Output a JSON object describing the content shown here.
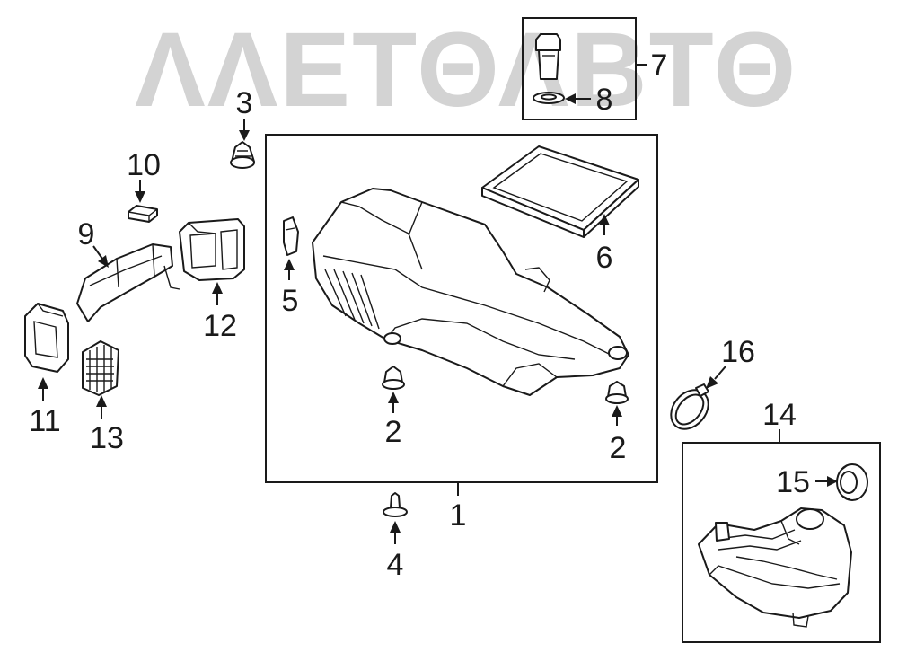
{
  "watermark": {
    "text": "ΛΛΕΤΘΛΒΤΘ"
  },
  "callouts": [
    {
      "id": "1",
      "label": "1"
    },
    {
      "id": "2a",
      "label": "2"
    },
    {
      "id": "2b",
      "label": "2"
    },
    {
      "id": "3",
      "label": "3"
    },
    {
      "id": "4",
      "label": "4"
    },
    {
      "id": "5",
      "label": "5"
    },
    {
      "id": "6",
      "label": "6"
    },
    {
      "id": "7",
      "label": "7"
    },
    {
      "id": "8",
      "label": "8"
    },
    {
      "id": "9",
      "label": "9"
    },
    {
      "id": "10",
      "label": "10"
    },
    {
      "id": "11",
      "label": "11"
    },
    {
      "id": "12",
      "label": "12"
    },
    {
      "id": "13",
      "label": "13"
    },
    {
      "id": "14",
      "label": "14"
    },
    {
      "id": "15",
      "label": "15"
    },
    {
      "id": "16",
      "label": "16"
    }
  ],
  "colors": {
    "line": "#1a1a1a",
    "watermark": "#d3d3d3",
    "background": "#ffffff"
  }
}
